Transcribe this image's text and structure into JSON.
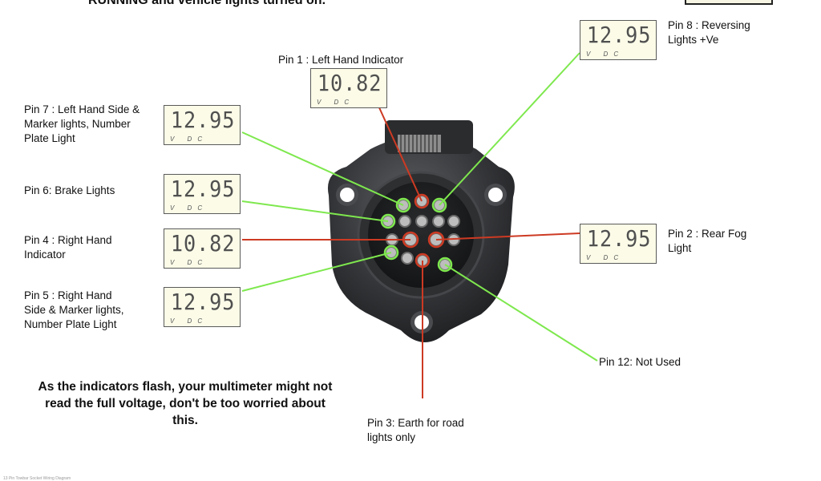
{
  "header": {
    "text": "RUNNING and vehicle lights turned on."
  },
  "colors": {
    "live": "#7ee84e",
    "alt": "#cd3a23",
    "meter_bg": "#fbfbe8"
  },
  "pins": {
    "pin1": {
      "label": "Pin 1 : Left Hand Indicator",
      "reading": "10.82",
      "unit": "V DC",
      "color": "red"
    },
    "pin7": {
      "label": "Pin 7 : Left Hand Side &\nMarker lights, Number\nPlate Light",
      "reading": "12.95",
      "unit": "V DC",
      "color": "green"
    },
    "pin6": {
      "label": "Pin 6: Brake Lights",
      "reading": "12.95",
      "unit": "V DC",
      "color": "green"
    },
    "pin4": {
      "label": "Pin 4 : Right Hand\nIndicator",
      "reading": "10.82",
      "unit": "V DC",
      "color": "red"
    },
    "pin5": {
      "label": "Pin 5 : Right Hand\nSide & Marker lights,\nNumber Plate Light",
      "reading": "12.95",
      "unit": "V DC",
      "color": "green"
    },
    "pin8": {
      "label": "Pin 8 : Reversing\nLights +Ve",
      "reading": "12.95",
      "unit": "V DC",
      "color": "green"
    },
    "pin2": {
      "label": "Pin 2 : Rear Fog\nLight",
      "reading": "12.95",
      "unit": "V DC",
      "color": "red"
    },
    "pin12": {
      "label": "Pin 12: Not Used",
      "color": "green"
    },
    "pin3": {
      "label": "Pin 3: Earth for road\nlights only",
      "color": "red"
    }
  },
  "note": "As the indicators flash, your multimeter might not read the full voltage, don't be too worried about this.",
  "footer": "13 Pin Towbar Socket Wiring Diagram"
}
